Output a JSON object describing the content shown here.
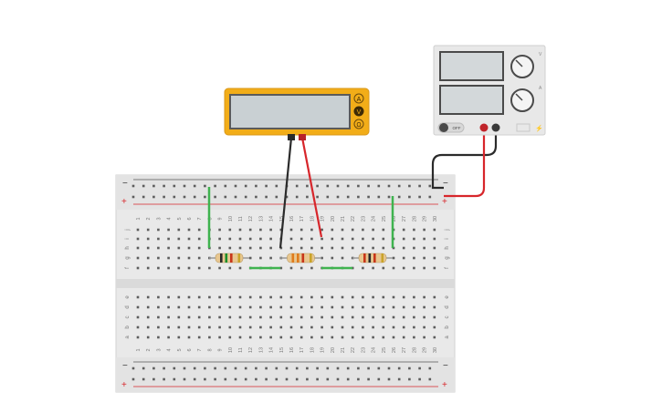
{
  "multimeter": {
    "modes": [
      "A",
      "V",
      "Ω"
    ],
    "selected_mode": "V",
    "body_color": "#f2ad18",
    "display_color": "#c9d0d3"
  },
  "power_supply": {
    "off_label": "OFF",
    "voltage_knob_label": "V",
    "current_knob_label": "A"
  },
  "breadboard": {
    "rail_minus": "−",
    "rail_plus": "+",
    "columns": [
      "1",
      "2",
      "3",
      "4",
      "5",
      "6",
      "7",
      "8",
      "9",
      "10",
      "11",
      "12",
      "13",
      "14",
      "15",
      "16",
      "17",
      "18",
      "19",
      "20",
      "21",
      "22",
      "23",
      "24",
      "25",
      "26",
      "27",
      "28",
      "29",
      "30"
    ],
    "rows_top": [
      "j",
      "i",
      "h",
      "g",
      "f"
    ],
    "rows_bottom": [
      "e",
      "d",
      "c",
      "b",
      "a"
    ]
  },
  "colors": {
    "wire_red": "#d7262b",
    "wire_black": "#2b2b2b",
    "jumper_green": "#3fb34f",
    "rail_red": "#d7262b",
    "board": "#e6e6e6"
  },
  "resistors": [
    {
      "name": "resistor-1",
      "bands": [
        "#2a2a2a",
        "#1a8f2c",
        "#c8361b",
        "#c9a32a"
      ]
    },
    {
      "name": "resistor-2",
      "bands": [
        "#e07b1c",
        "#e07b1c",
        "#c8361b",
        "#c9a32a"
      ]
    },
    {
      "name": "resistor-3",
      "bands": [
        "#c8361b",
        "#2a2a2a",
        "#c8361b",
        "#c9a32a"
      ]
    }
  ]
}
